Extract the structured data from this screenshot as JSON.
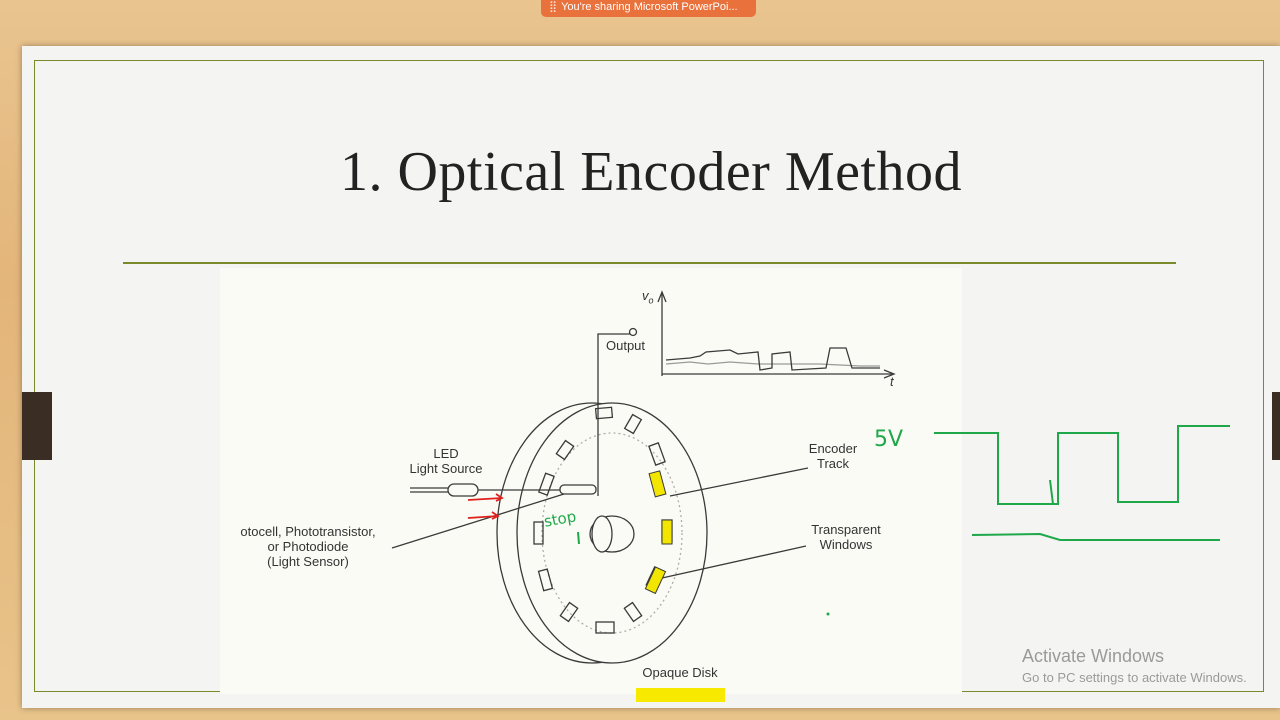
{
  "share_banner": {
    "text": "You're sharing Microsoft PowerPoi..."
  },
  "slide": {
    "title": "1. Optical Encoder Method"
  },
  "figure": {
    "output_label": "Output",
    "vo_label": "v",
    "vo_sub": "o",
    "t_label": "t",
    "led_label_1": "LED",
    "led_label_2": "Light Source",
    "sensor_label_1": "otocell, Phototransistor,",
    "sensor_label_2": "or Photodiode",
    "sensor_label_3": "(Light Sensor)",
    "encoder_label_1": "Encoder",
    "encoder_label_2": "Track",
    "windows_label_1": "Transparent",
    "windows_label_2": "Windows",
    "disk_label": "Opaque Disk"
  },
  "annotations": {
    "stop_text": "stop",
    "voltage_text": "5V",
    "pen_colors": {
      "green": "#1fa84a",
      "red": "#e0201c",
      "yellow": "#f2e600"
    }
  },
  "watermark": {
    "line1": "Activate Windows",
    "line2": "Go to PC settings to activate Windows."
  }
}
